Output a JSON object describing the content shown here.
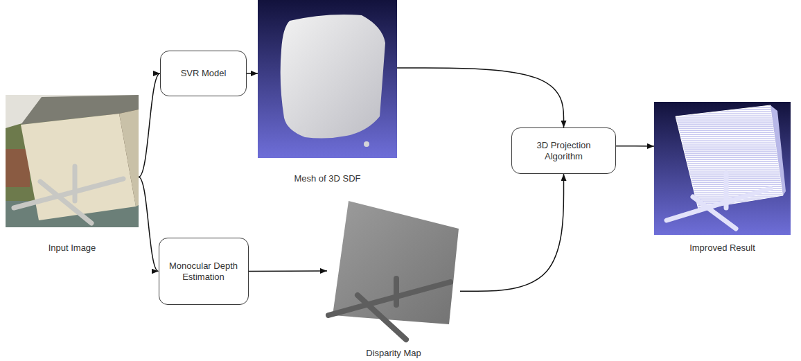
{
  "diagram": {
    "nodes": [
      {
        "text": [
          "Input Image"
        ]
      },
      {
        "text": [
          "SVR Model"
        ]
      },
      {
        "text": [
          "Monocular Depth Estimation"
        ]
      },
      {
        "text": [
          "Mesh of 3D SDF"
        ]
      },
      {
        "text": [
          "Disparity Map"
        ]
      },
      {
        "text": [
          "3D Projection Algorithm"
        ]
      },
      {
        "text": [
          "Improved Result"
        ]
      }
    ],
    "edges": [
      {
        "from": 0,
        "to": 1,
        "arrow": "to"
      },
      {
        "from": 0,
        "to": 2,
        "arrow": "to"
      },
      {
        "from": 1,
        "to": 3,
        "arrow": "to"
      },
      {
        "from": 2,
        "to": 4,
        "arrow": "to"
      },
      {
        "from": 3,
        "to": 5,
        "arrow": "to"
      },
      {
        "from": 4,
        "to": 5,
        "arrow": "to"
      },
      {
        "from": 5,
        "to": 6,
        "arrow": "to"
      }
    ]
  }
}
